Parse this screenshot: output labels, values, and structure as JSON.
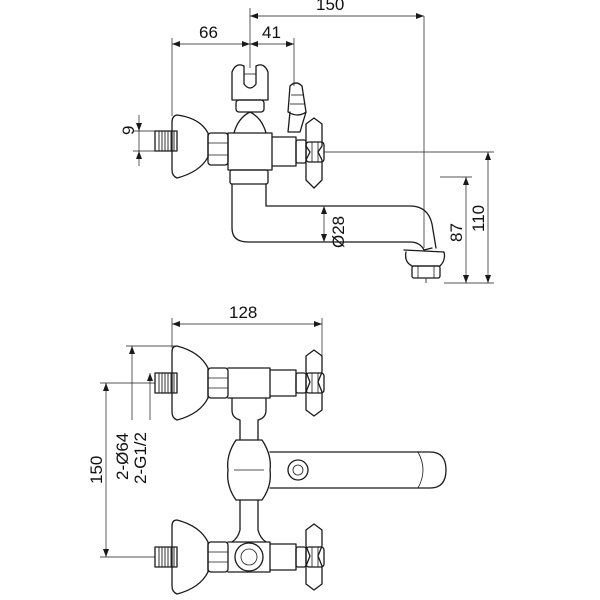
{
  "dimensions": {
    "top_width_150": "150",
    "top_width_66": "66",
    "top_width_41": "41",
    "top_thread_9": "9",
    "top_pipe_dia": "Ø28",
    "top_height_87": "87",
    "top_height_110": "110",
    "bottom_width_128": "128",
    "bottom_height_150": "150",
    "bottom_flange_dia": "2-Ø64",
    "bottom_thread": "2-G1/2"
  }
}
